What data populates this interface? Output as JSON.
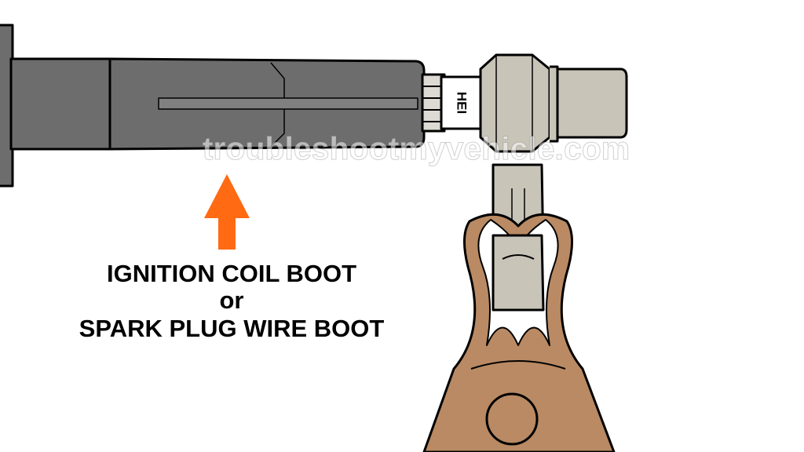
{
  "labels": {
    "line1": "IGNITION COIL BOOT",
    "line2": "or",
    "line3": "SPARK PLUG WIRE BOOT"
  },
  "spark_plug_marking": "HEI",
  "watermark": "troubleshootmyvehicle.com",
  "colors": {
    "boot": "#6d6d6d",
    "tester": "#c8c4b8",
    "clamp": "#b98a63",
    "arrow": "#ff6a13"
  },
  "icons": {
    "arrow": "up-arrow-icon"
  }
}
